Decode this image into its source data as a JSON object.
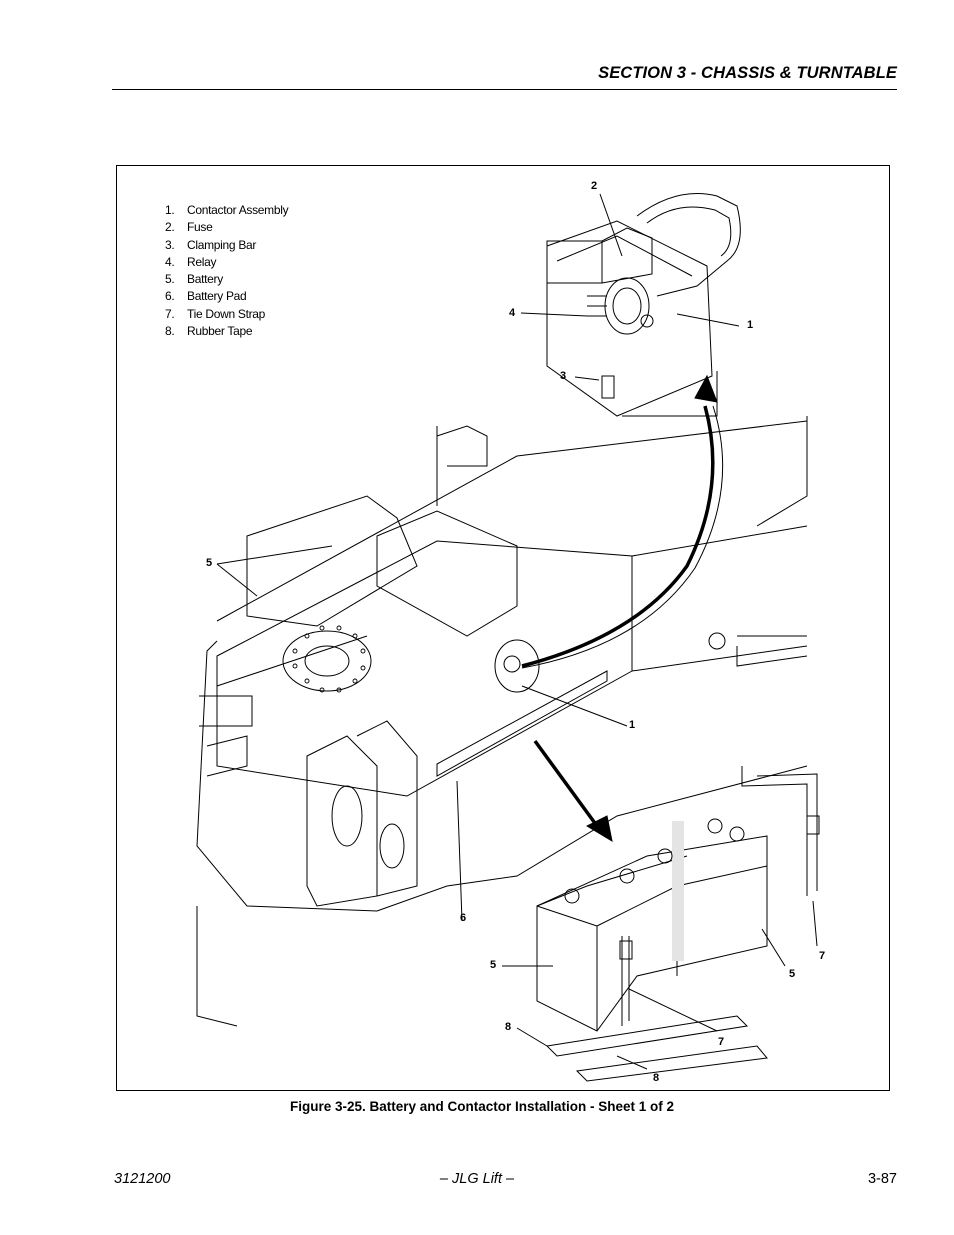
{
  "header": {
    "title": "SECTION 3 - CHASSIS & TURNTABLE"
  },
  "legend": [
    {
      "num": "1.",
      "label": "Contactor Assembly"
    },
    {
      "num": "2.",
      "label": "Fuse"
    },
    {
      "num": "3.",
      "label": "Clamping Bar"
    },
    {
      "num": "4.",
      "label": "Relay"
    },
    {
      "num": "5.",
      "label": "Battery"
    },
    {
      "num": "6.",
      "label": "Battery Pad"
    },
    {
      "num": "7.",
      "label": "Tie Down Strap"
    },
    {
      "num": "8.",
      "label": "Rubber Tape"
    }
  ],
  "callouts": {
    "c2": "2",
    "c4": "4",
    "c1a": "1",
    "c3": "3",
    "c5a": "5",
    "c1b": "1",
    "c6": "6",
    "c5b": "5",
    "c5c": "5",
    "c7a": "7",
    "c7b": "7",
    "c8a": "8",
    "c8b": "8"
  },
  "caption": "Figure 3-25.  Battery and Contactor Installation - Sheet 1 of 2",
  "footer": {
    "doc_number": "3121200",
    "center": "– JLG Lift –",
    "page": "3-87"
  }
}
